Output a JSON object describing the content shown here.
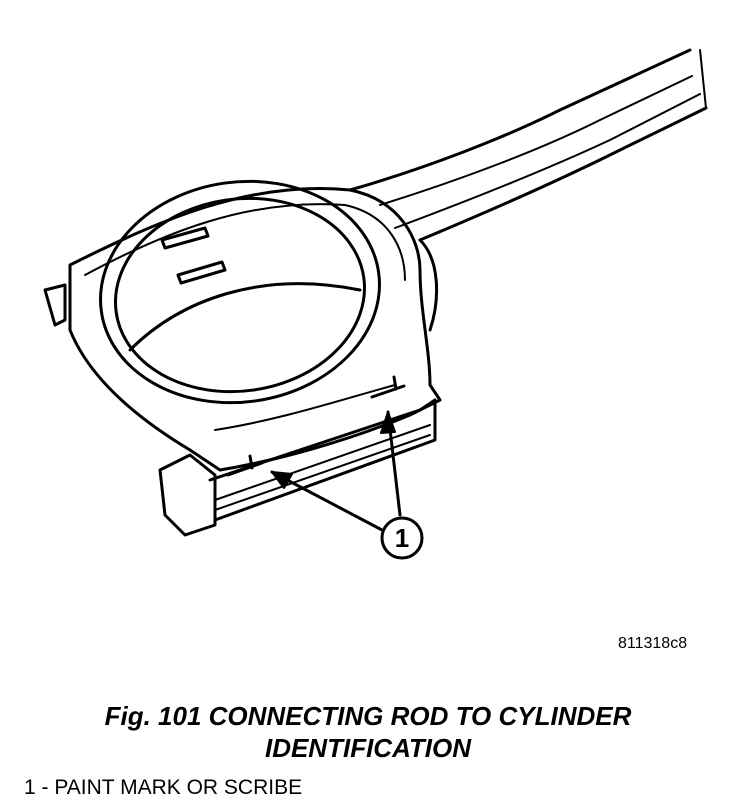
{
  "figure": {
    "reference_code": "811318c8",
    "callout": "1",
    "caption_line1": "Fig. 101 CONNECTING ROD TO CYLINDER",
    "caption_line2": "IDENTIFICATION",
    "legend_text": "1 - PAINT MARK OR SCRIBE"
  }
}
